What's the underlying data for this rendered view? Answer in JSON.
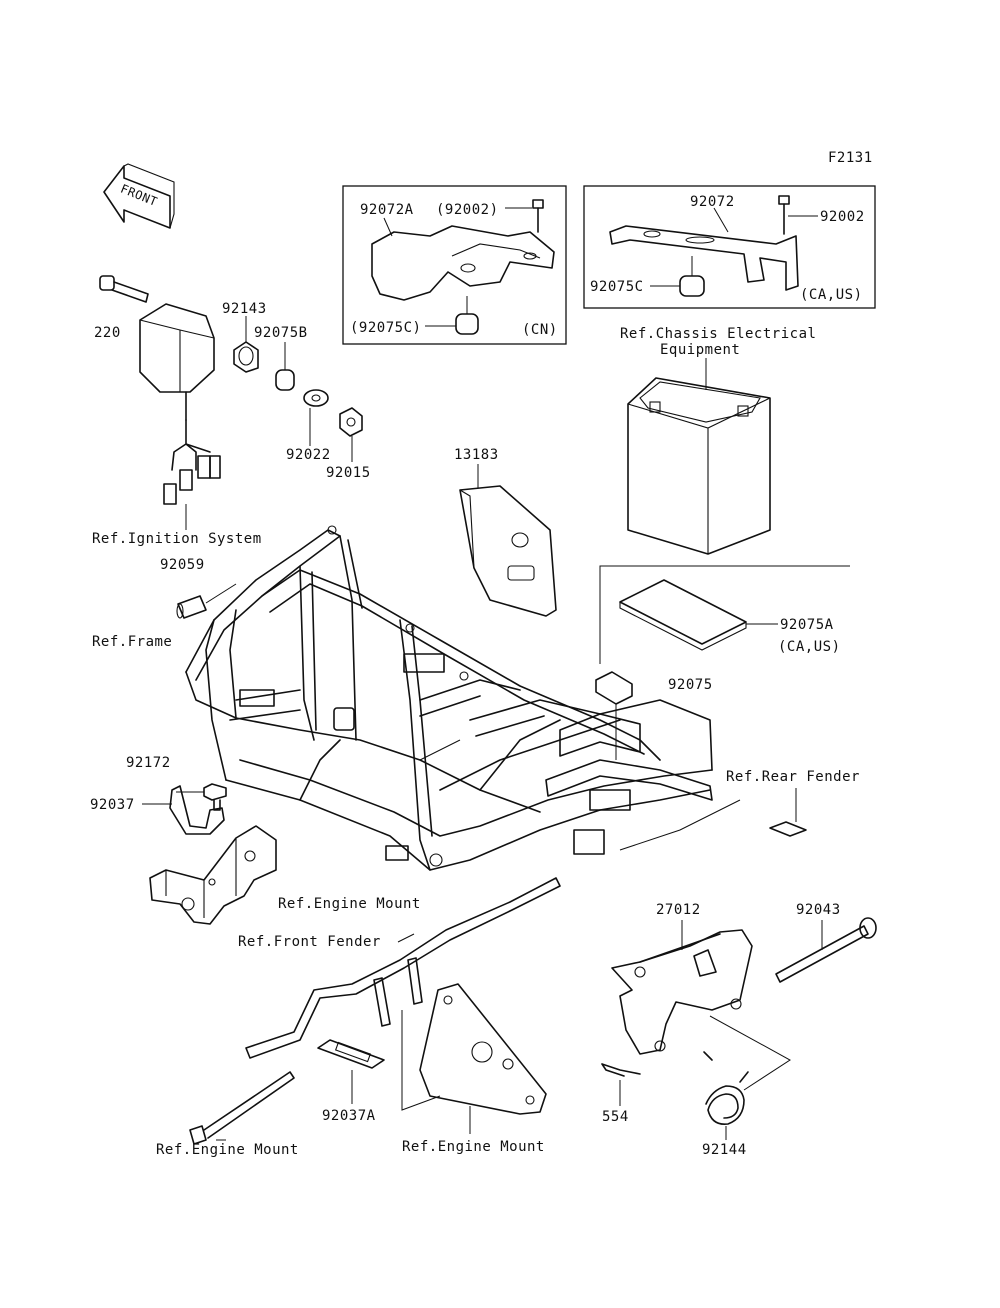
{
  "figure_code": "F2131",
  "front_arrow": "FRONT",
  "labels": {
    "p220": "220",
    "p92143": "92143",
    "p92075B": "92075B",
    "p92022": "92022",
    "p92015": "92015",
    "ref_ignition": "Ref.Ignition System",
    "p92059": "92059",
    "ref_frame": "Ref.Frame",
    "p13183": "13183",
    "ref_chassis_1": "Ref.Chassis Electrical",
    "ref_chassis_2": "Equipment",
    "p92075A": "92075A",
    "p92075A_region": "(CA,US)",
    "p92075": "92075",
    "ref_rear_fender": "Ref.Rear Fender",
    "p92172": "92172",
    "p92037": "92037",
    "ref_engine_mount_1": "Ref.Engine Mount",
    "ref_front_fender": "Ref.Front Fender",
    "p27012": "27012",
    "p92043": "92043",
    "p554": "554",
    "p92144": "92144",
    "p92037A": "92037A",
    "ref_engine_mount_2": "Ref.Engine Mount",
    "ref_engine_mount_3": "Ref.Engine Mount"
  },
  "box_cn": {
    "p92072A": "92072A",
    "p92002": "(92002)",
    "p92075C": "(92075C)",
    "region": "(CN)"
  },
  "box_caus": {
    "p92072": "92072",
    "p92002": "92002",
    "p92075C": "92075C",
    "region": "(CA,US)"
  }
}
